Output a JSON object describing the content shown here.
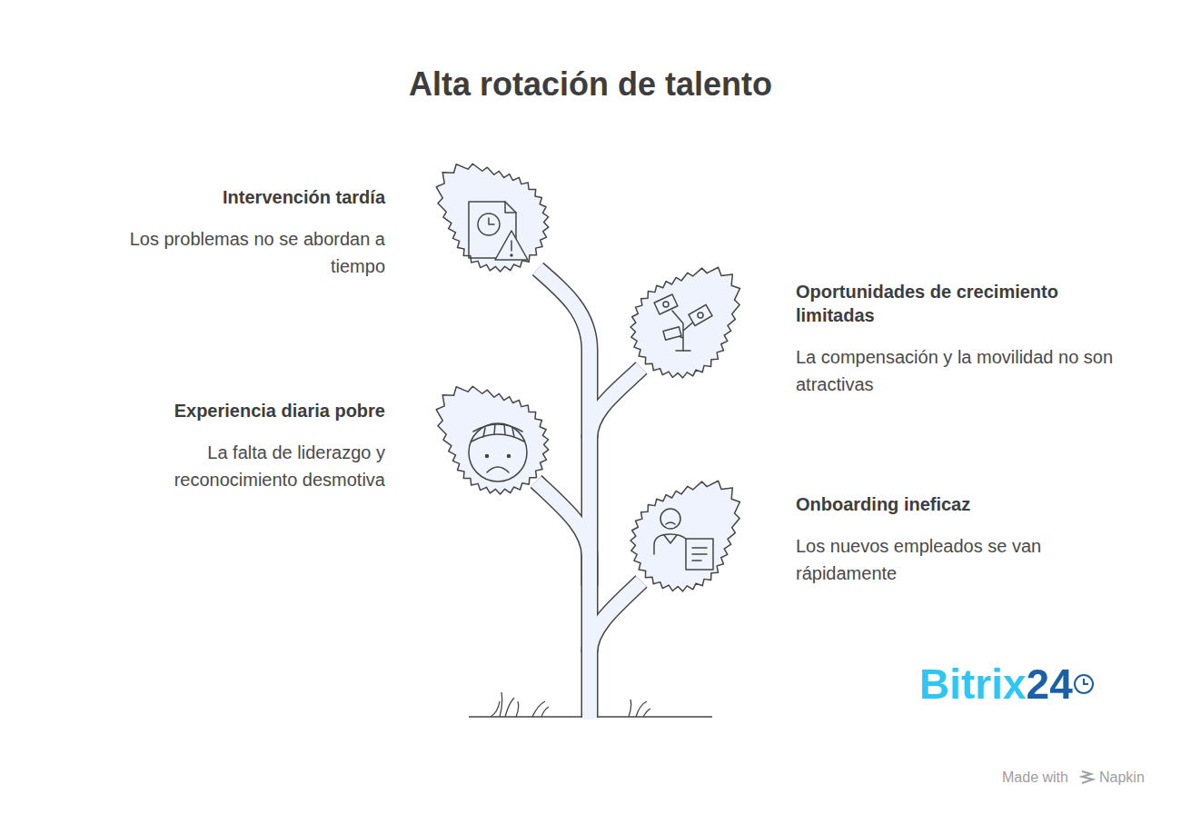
{
  "diagram": {
    "title": "Alta rotación de talento",
    "nodes": [
      {
        "text": [
          "Intervención tardía",
          "Los problemas no se abordan a tiempo"
        ]
      },
      {
        "text": [
          "Oportunidades de crecimiento limitadas",
          "La compensación y la movilidad no son atractivas"
        ]
      },
      {
        "text": [
          "Experiencia diaria pobre",
          "La falta de liderazgo y reconocimiento desmotiva"
        ]
      },
      {
        "text": [
          "Onboarding ineficaz",
          "Los nuevos empleados se van rápidamente"
        ]
      }
    ],
    "labels": [
      "Bitrix24",
      "Made with",
      "Napkin"
    ]
  }
}
